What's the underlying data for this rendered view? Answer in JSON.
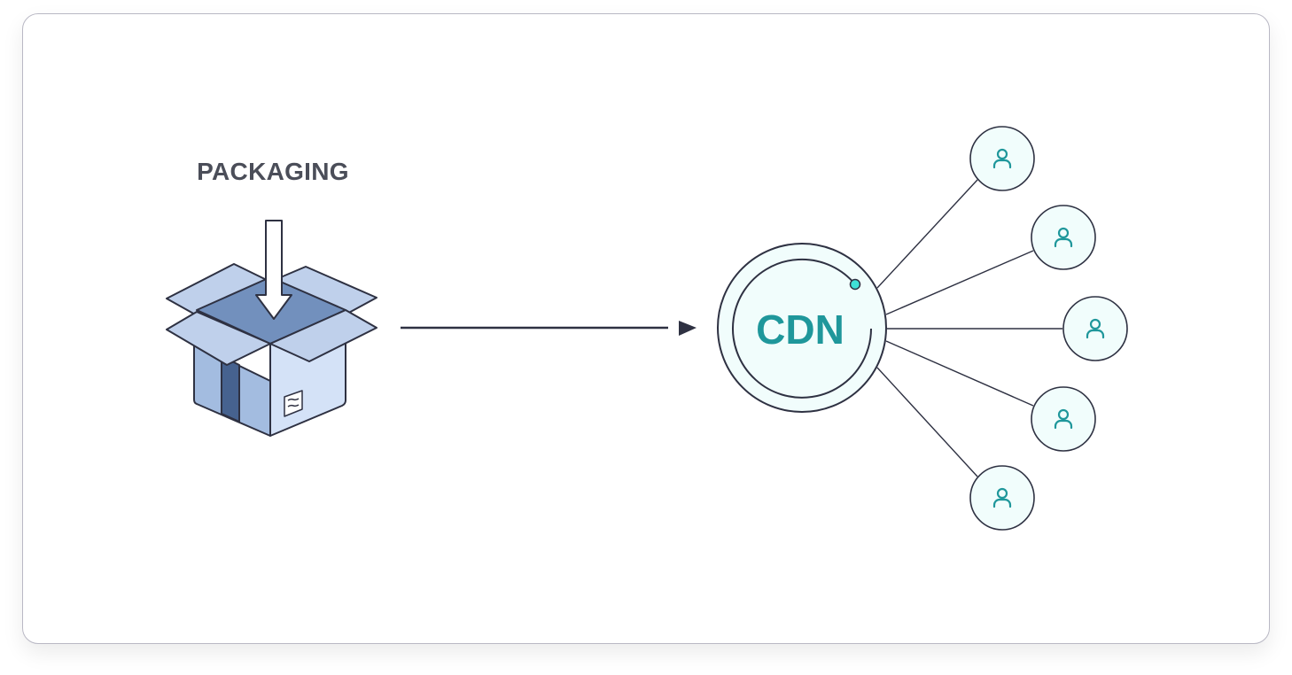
{
  "diagram": {
    "packaging_label": "PACKAGING",
    "cdn_label": "CDN",
    "flow": [
      "packaging",
      "cdn",
      "users"
    ],
    "user_count": 5,
    "users": [
      {
        "icon": "user-icon"
      },
      {
        "icon": "user-icon"
      },
      {
        "icon": "user-icon"
      },
      {
        "icon": "user-icon"
      },
      {
        "icon": "user-icon"
      }
    ],
    "colors": {
      "stroke": "#2e3142",
      "accent": "#1f979b",
      "accent_dot": "#3fe0d6",
      "node_fill": "#f1fdfc",
      "box_light": "#d4e2f7",
      "box_mid": "#a3bce0",
      "box_flap": "#bfd0eb",
      "box_inner": "#7290bd",
      "box_tape": "#46628f",
      "label": "#4b4e59"
    }
  }
}
